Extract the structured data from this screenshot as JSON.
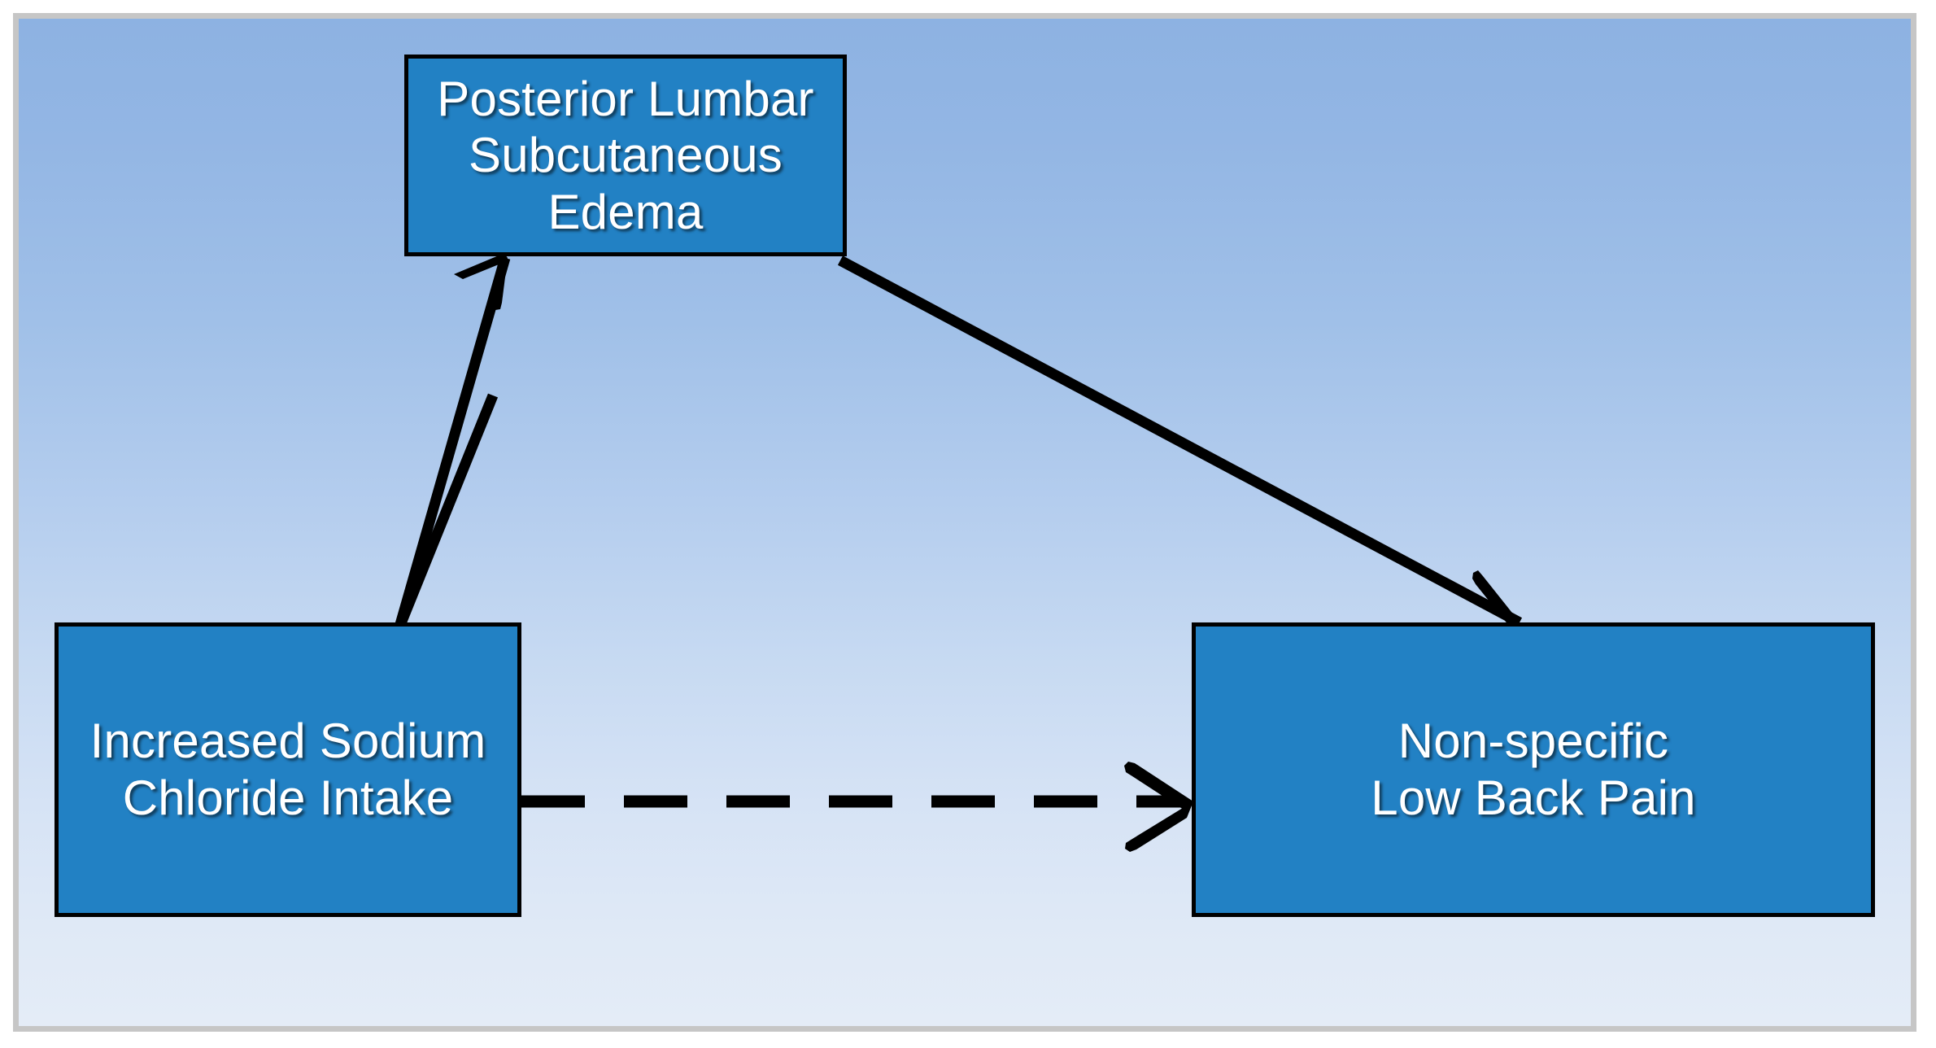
{
  "figure": {
    "type": "conceptual-flow-diagram",
    "title": "",
    "frame": {
      "border_color": "#c6c6c6",
      "background_gradient_top": "#8db2e2",
      "background_gradient_bottom": "#e4ecf7"
    },
    "palette": {
      "node_fill": "#2281c4",
      "node_border": "#000000",
      "node_text": "#ffffff",
      "connector": "#000000"
    }
  },
  "nodes": [
    {
      "id": "edema",
      "label": "Posterior Lumbar\nSubcutaneous Edema",
      "line1": "Posterior Lumbar",
      "line2": "Subcutaneous Edema",
      "role": "mediator"
    },
    {
      "id": "sodium",
      "label": "Increased Sodium\nChloride Intake",
      "line1": "Increased Sodium",
      "line2": "Chloride Intake",
      "role": "exposure"
    },
    {
      "id": "pain",
      "label": "Non-specific\nLow Back Pain",
      "line1": "Non-specific",
      "line2": "Low Back Pain",
      "role": "outcome"
    }
  ],
  "edges": [
    {
      "id": "sodium-to-edema",
      "from": "sodium",
      "to": "edema",
      "style": "solid",
      "arrowhead": "open-v",
      "label": ""
    },
    {
      "id": "edema-to-pain",
      "from": "edema",
      "to": "pain",
      "style": "solid",
      "arrowhead": "open-v",
      "label": ""
    },
    {
      "id": "sodium-to-pain",
      "from": "sodium",
      "to": "pain",
      "style": "dashed",
      "arrowhead": "open-v",
      "label": ""
    }
  ]
}
